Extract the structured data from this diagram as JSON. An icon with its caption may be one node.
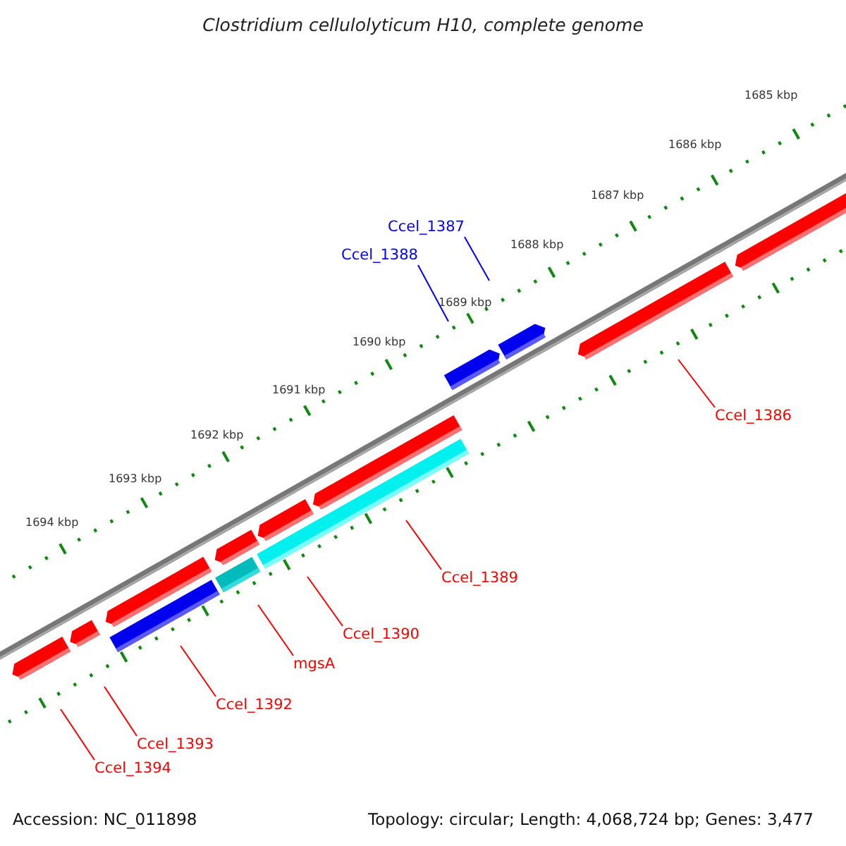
{
  "diagram": {
    "title": "Clostridium cellulolyticum H10, complete genome",
    "nodes": [
      {
        "text": [
          "Ccel_1387"
        ]
      },
      {
        "text": [
          "Ccel_1388"
        ]
      },
      {
        "text": [
          "Ccel_1386"
        ]
      },
      {
        "text": [
          "Ccel_1389"
        ]
      },
      {
        "text": [
          "Ccel_1390"
        ]
      },
      {
        "text": [
          "mgsA"
        ]
      },
      {
        "text": [
          "Ccel_1392"
        ]
      },
      {
        "text": [
          "Ccel_1393"
        ]
      },
      {
        "text": [
          "Ccel_1394"
        ]
      }
    ],
    "edges": [
      {
        "from": 0,
        "to": null,
        "arrow": "none",
        "color": "#0000ff"
      },
      {
        "from": 1,
        "to": null,
        "arrow": "none",
        "color": "#0000ff"
      },
      {
        "from": 2,
        "to": null,
        "arrow": "none"
      },
      {
        "from": 3,
        "to": null,
        "arrow": "none"
      },
      {
        "from": 4,
        "to": null,
        "arrow": "none"
      },
      {
        "from": 5,
        "to": null,
        "arrow": "none"
      },
      {
        "from": 6,
        "to": null,
        "arrow": "none"
      },
      {
        "from": 7,
        "to": null,
        "arrow": "none"
      },
      {
        "from": 8,
        "to": null,
        "arrow": "none"
      }
    ],
    "labels": [
      "1685 kbp",
      "1686 kbp",
      "1687 kbp",
      "1688 kbp",
      "1689 kbp",
      "1690 kbp",
      "1691 kbp",
      "1692 kbp",
      "1693 kbp",
      "1694 kbp",
      "Accession: NC_011898",
      "Topology: circular; Length: 4,068,724 bp; Genes: 3,477"
    ]
  }
}
